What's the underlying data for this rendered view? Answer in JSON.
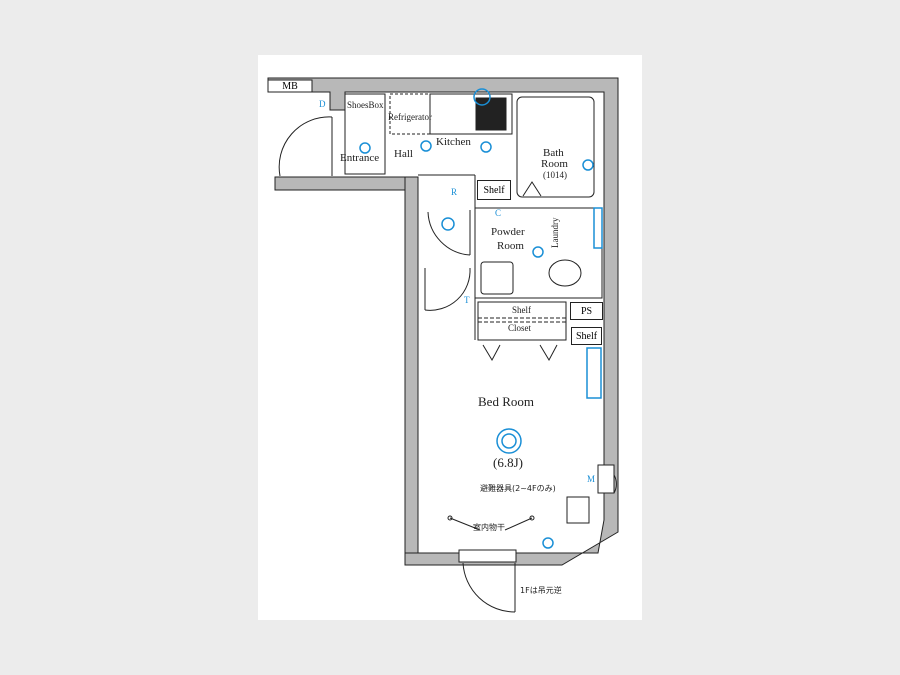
{
  "plan": {
    "rooms": {
      "entrance": "Entrance",
      "hall": "Hall",
      "kitchen": "Kitchen",
      "bath_line1": "Bath",
      "bath_line2": "Room",
      "bath_size": "(1014)",
      "powder_line1": "Powder",
      "powder_line2": "Room",
      "bedroom": "Bed Room",
      "bedroom_size": "(6.8J)",
      "closet": "Closet"
    },
    "fixtures": {
      "mb": "MB",
      "shoes_box": "ShoesBox",
      "refrigerator": "Refrigerator",
      "shelf": "Shelf",
      "laundry": "Laundry",
      "ps": "PS",
      "escape_device": "避難器具(2~4Fのみ)",
      "indoor_drying": "室内物干",
      "door_note": "1Fは吊元逆"
    },
    "symbols": {
      "d": "D",
      "r": "R",
      "c": "C",
      "t": "T",
      "m": "M"
    },
    "colors": {
      "wall": "#b8b8b8",
      "equipment": "#1a8fd6",
      "background": "#ececec"
    }
  }
}
